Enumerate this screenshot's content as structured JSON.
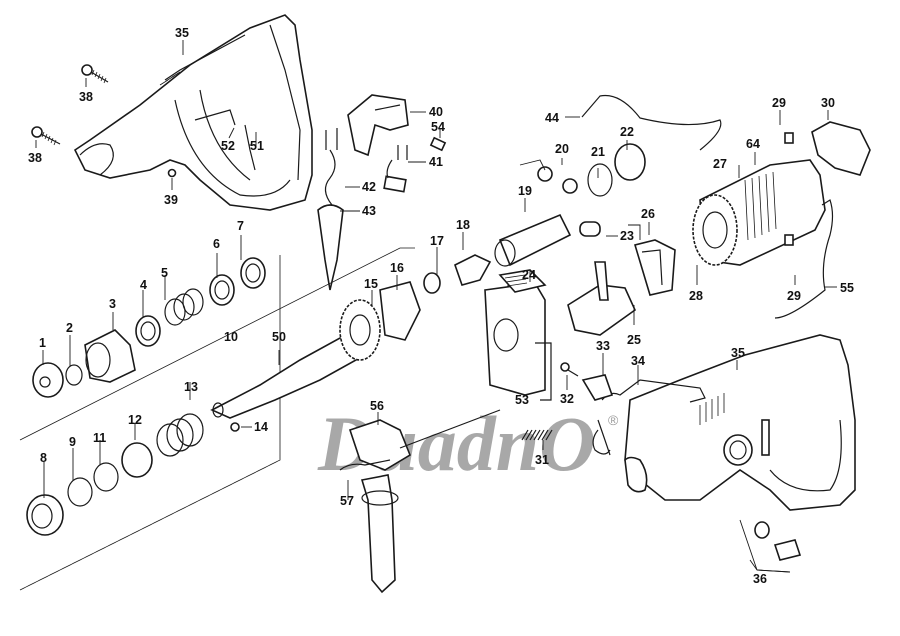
{
  "diagram": {
    "type": "exploded-parts-diagram",
    "subject": "rotary hammer drill",
    "watermark": "DuadnO",
    "watermark_mark": "®",
    "line_color": "#1a1a1a",
    "watermark_color": "#9a9a9a"
  },
  "labels": [
    {
      "id": "p1",
      "text": "1"
    },
    {
      "id": "p2",
      "text": "2"
    },
    {
      "id": "p3",
      "text": "3"
    },
    {
      "id": "p4",
      "text": "4"
    },
    {
      "id": "p5",
      "text": "5"
    },
    {
      "id": "p6",
      "text": "6"
    },
    {
      "id": "p7",
      "text": "7"
    },
    {
      "id": "p8",
      "text": "8"
    },
    {
      "id": "p9",
      "text": "9"
    },
    {
      "id": "p10",
      "text": "10"
    },
    {
      "id": "p11",
      "text": "11"
    },
    {
      "id": "p12",
      "text": "12"
    },
    {
      "id": "p13",
      "text": "13"
    },
    {
      "id": "p14",
      "text": "14"
    },
    {
      "id": "p15",
      "text": "15"
    },
    {
      "id": "p16",
      "text": "16"
    },
    {
      "id": "p17",
      "text": "17"
    },
    {
      "id": "p18",
      "text": "18"
    },
    {
      "id": "p19",
      "text": "19"
    },
    {
      "id": "p20",
      "text": "20"
    },
    {
      "id": "p21",
      "text": "21"
    },
    {
      "id": "p22",
      "text": "22"
    },
    {
      "id": "p23",
      "text": "23"
    },
    {
      "id": "p24",
      "text": "24"
    },
    {
      "id": "p25",
      "text": "25"
    },
    {
      "id": "p26",
      "text": "26"
    },
    {
      "id": "p27",
      "text": "27"
    },
    {
      "id": "p28",
      "text": "28"
    },
    {
      "id": "p29a",
      "text": "29"
    },
    {
      "id": "p29b",
      "text": "29"
    },
    {
      "id": "p30",
      "text": "30"
    },
    {
      "id": "p31",
      "text": "31"
    },
    {
      "id": "p32",
      "text": "32"
    },
    {
      "id": "p33",
      "text": "33"
    },
    {
      "id": "p34",
      "text": "34"
    },
    {
      "id": "p35a",
      "text": "35"
    },
    {
      "id": "p35b",
      "text": "35"
    },
    {
      "id": "p36",
      "text": "36"
    },
    {
      "id": "p38a",
      "text": "38"
    },
    {
      "id": "p38b",
      "text": "38"
    },
    {
      "id": "p39",
      "text": "39"
    },
    {
      "id": "p40",
      "text": "40"
    },
    {
      "id": "p41",
      "text": "41"
    },
    {
      "id": "p42",
      "text": "42"
    },
    {
      "id": "p43",
      "text": "43"
    },
    {
      "id": "p44",
      "text": "44"
    },
    {
      "id": "p50",
      "text": "50"
    },
    {
      "id": "p51",
      "text": "51"
    },
    {
      "id": "p52",
      "text": "52"
    },
    {
      "id": "p53",
      "text": "53"
    },
    {
      "id": "p54",
      "text": "54"
    },
    {
      "id": "p55",
      "text": "55"
    },
    {
      "id": "p56",
      "text": "56"
    },
    {
      "id": "p57",
      "text": "57"
    },
    {
      "id": "p64",
      "text": "64"
    }
  ]
}
